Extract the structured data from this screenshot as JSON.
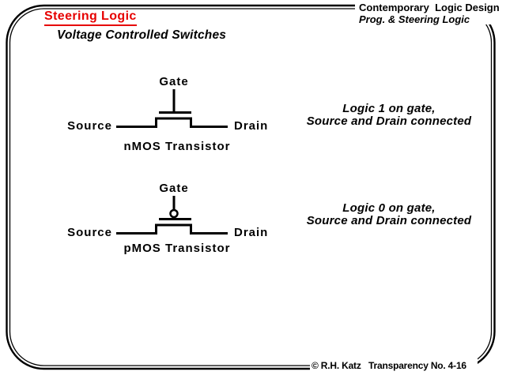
{
  "slide": {
    "title": "Steering Logic",
    "subtitle": "Voltage Controlled Switches",
    "header": {
      "line1": "Contemporary  Logic Design",
      "line2": "Prog. & Steering Logic"
    },
    "footer": "© R.H. Katz   Transparency No. 4-16",
    "colors": {
      "accent_red": "#e60000",
      "ink": "#000000",
      "background": "#ffffff"
    }
  },
  "diagrams": [
    {
      "id": "nmos",
      "gate_label": "Gate",
      "source_label": "Source",
      "drain_label": "Drain",
      "caption": "nMOS Transistor",
      "note_line1": "Logic 1 on gate,",
      "note_line2": "Source and Drain connected"
    },
    {
      "id": "pmos",
      "gate_label": "Gate",
      "source_label": "Source",
      "drain_label": "Drain",
      "caption": "pMOS Transistor",
      "note_line1": "Logic 0 on gate,",
      "note_line2": "Source and Drain connected"
    }
  ]
}
